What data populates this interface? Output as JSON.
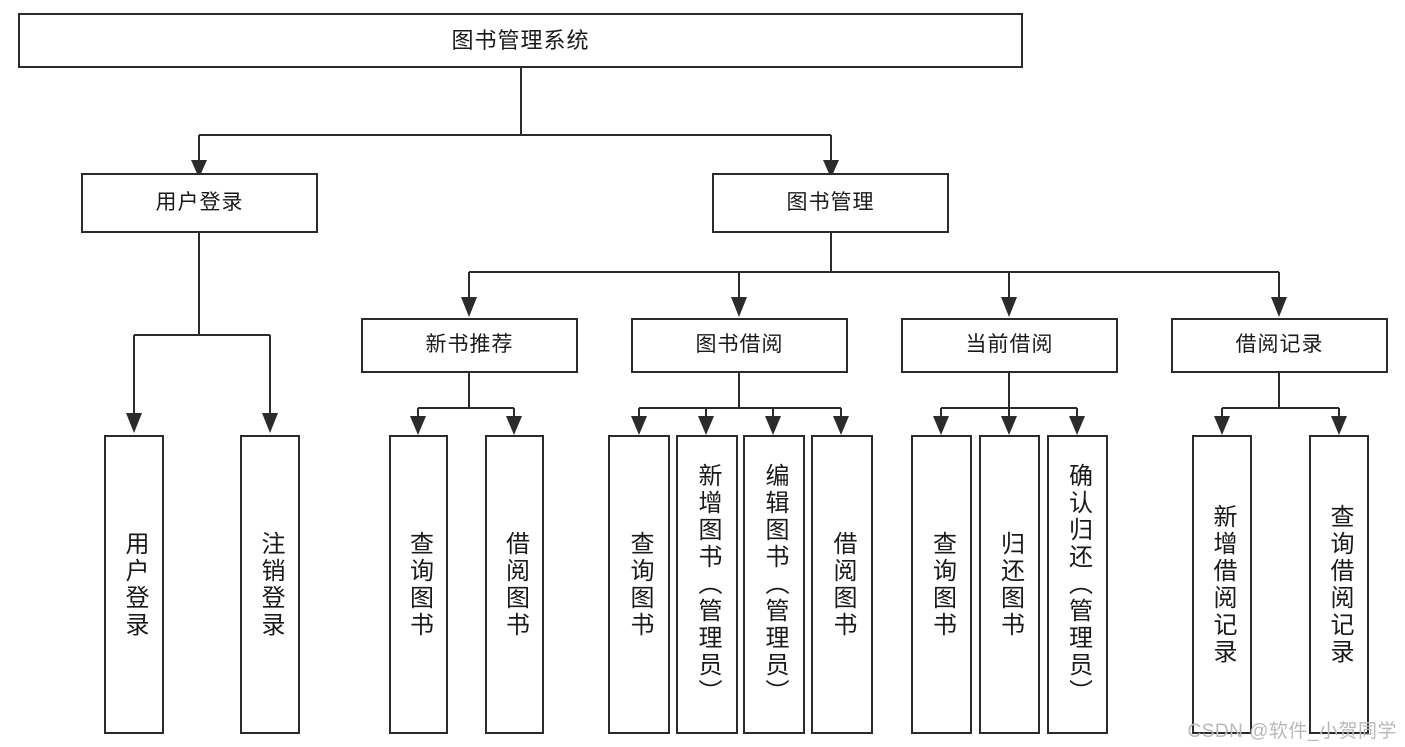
{
  "diagram": {
    "type": "tree",
    "title": "图书管理系统",
    "watermark": "CSDN @软件_小贺同学",
    "root": {
      "label": "图书管理系统"
    },
    "level2": [
      {
        "label": "用户登录"
      },
      {
        "label": "图书管理"
      }
    ],
    "level3": [
      {
        "label": "新书推荐",
        "parent": "图书管理"
      },
      {
        "label": "图书借阅",
        "parent": "图书管理"
      },
      {
        "label": "当前借阅",
        "parent": "图书管理"
      },
      {
        "label": "借阅记录",
        "parent": "图书管理"
      }
    ],
    "leaves": {
      "user_login": [
        {
          "label": "用户登录"
        },
        {
          "label": "注销登录"
        }
      ],
      "new_book": [
        {
          "label": "查询图书"
        },
        {
          "label": "借阅图书"
        }
      ],
      "book_borrow": [
        {
          "label": "查询图书"
        },
        {
          "label": "新增图书（管理员）"
        },
        {
          "label": "编辑图书（管理员）"
        },
        {
          "label": "借阅图书"
        }
      ],
      "current_borrow": [
        {
          "label": "查询图书"
        },
        {
          "label": "归还图书"
        },
        {
          "label": "确认归还（管理员）"
        }
      ],
      "borrow_record": [
        {
          "label": "新增借阅记录"
        },
        {
          "label": "查询借阅记录"
        }
      ]
    },
    "colors": {
      "stroke": "#2b2b2b",
      "fill": "#ffffff",
      "text": "#1a1a1a",
      "watermark": "#b9b9b9"
    }
  }
}
